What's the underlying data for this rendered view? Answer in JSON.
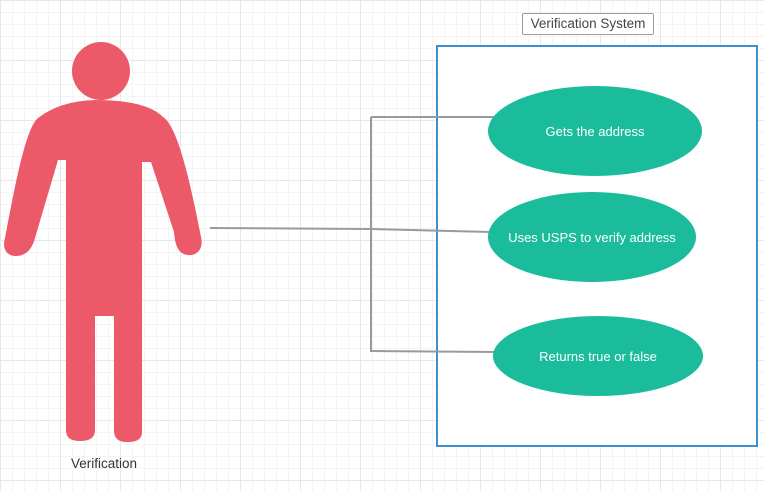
{
  "system": {
    "title": "Verification System"
  },
  "actor": {
    "label": "Verification"
  },
  "use_cases": [
    {
      "label": "Gets the address"
    },
    {
      "label": "Uses USPS to verify address"
    },
    {
      "label": "Returns true or false"
    }
  ],
  "colors": {
    "actor": "#ec5a69",
    "use_case": "#1abc9c",
    "system_border": "#3e8fcb",
    "connector": "#9a9a9a"
  }
}
